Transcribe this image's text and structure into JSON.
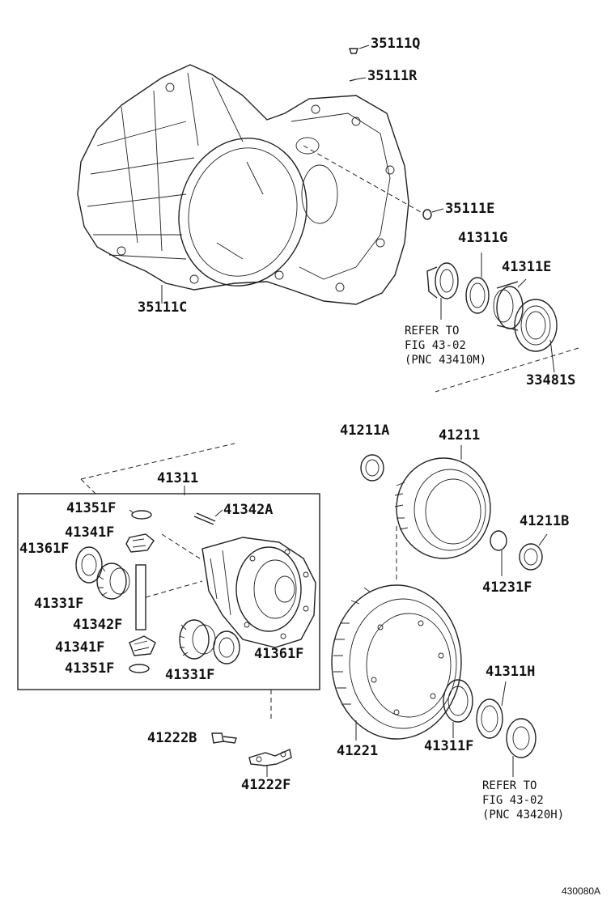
{
  "parts": {
    "p35111Q": "35111Q",
    "p35111R": "35111R",
    "p35111E": "35111E",
    "p35111C": "35111C",
    "p41311G": "41311G",
    "p41311E": "41311E",
    "p33481S": "33481S",
    "p41211A": "41211A",
    "p41211": "41211",
    "p41211B": "41211B",
    "p41231F": "41231F",
    "p41311": "41311",
    "p41351F_top": "41351F",
    "p41342A": "41342A",
    "p41341F_top": "41341F",
    "p41361F_left": "41361F",
    "p41331F_left": "41331F",
    "p41342F": "41342F",
    "p41341F_bottom": "41341F",
    "p41351F_bottom": "41351F",
    "p41331F_right": "41331F",
    "p41361F_right": "41361F",
    "p41221": "41221",
    "p41311F": "41311F",
    "p41311H": "41311H",
    "p41222B": "41222B",
    "p41222F": "41222F"
  },
  "notes": {
    "top": {
      "line1": "REFER TO",
      "line2": "FIG 43-02",
      "line3": "(PNC 43410M)"
    },
    "bottom": {
      "line1": "REFER TO",
      "line2": "FIG 43-02",
      "line3": "(PNC 43420H)"
    }
  },
  "figure_code": "430080A"
}
